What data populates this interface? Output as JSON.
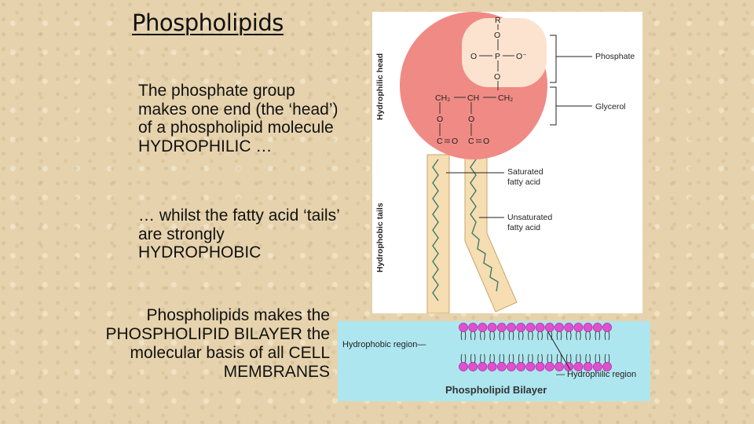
{
  "slide": {
    "title": "Phospholipids",
    "para1": "The phosphate group makes one end (the ‘head’) of a phospholipid molecule HYDROPHILIC …",
    "para2": "… whilst the fatty acid ‘tails’ are strongly HYDROPHOBIC",
    "para3": "Phospholipids makes the PHOSPHOLIPID BILAYER the molecular basis of  all CELL MEMBRANES"
  },
  "molecule": {
    "head_label": "Hydrophilic head",
    "tails_label": "Hydrophobic tails",
    "r": "R",
    "o": "O",
    "p": "P",
    "o_minus": "O⁻",
    "ch2": "CH₂",
    "ch": "CH",
    "c": "C",
    "phosphate_label": "Phosphate",
    "glycerol_label": "Glycerol",
    "saturated_label_1": "Saturated",
    "saturated_label_2": "fatty acid",
    "unsaturated_label_1": "Unsaturated",
    "unsaturated_label_2": "fatty acid"
  },
  "bilayer": {
    "hydrophobic_label": "Hydrophobic region—",
    "hydrophilic_label": "— Hydrophilic region",
    "caption": "Phospholipid Bilayer"
  },
  "colors": {
    "head_fill": "#f08a84",
    "phosphate_fill": "#fbe3cf",
    "tail_fill": "#f6ddb2",
    "bilayer_bg": "#aee6ef",
    "bilayer_head": "#e04fd0"
  }
}
